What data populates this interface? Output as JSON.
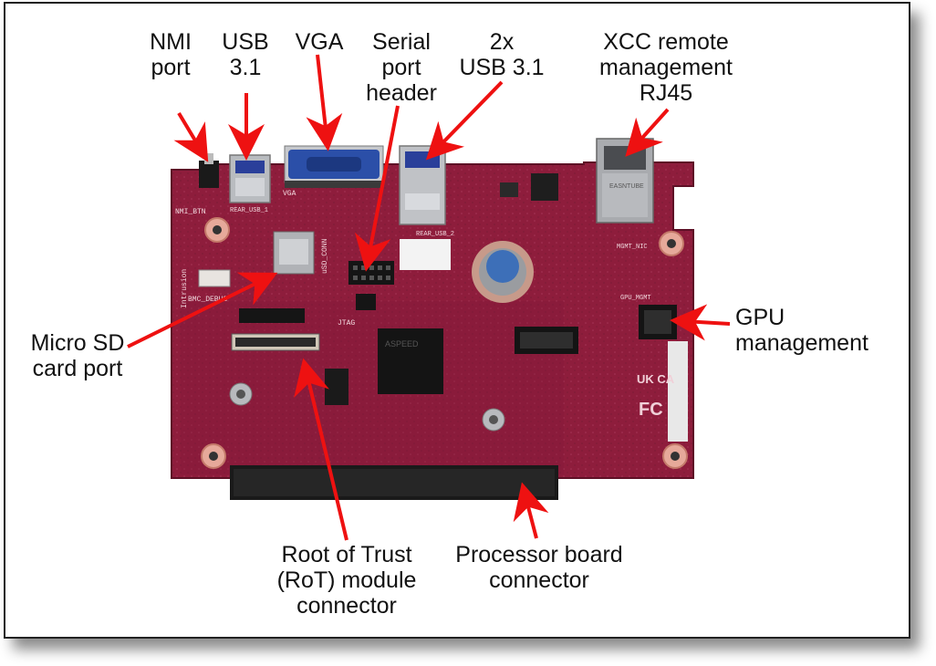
{
  "labels": {
    "nmi": [
      "NMI",
      "port"
    ],
    "usb31": [
      "USB",
      "3.1"
    ],
    "vga": [
      "VGA"
    ],
    "serial": [
      "Serial",
      "port",
      "header"
    ],
    "usb2x": [
      "2x",
      "USB 3.1"
    ],
    "xcc": [
      "XCC remote",
      "management",
      "RJ45"
    ],
    "gpu": [
      "GPU",
      "management"
    ],
    "microsd": [
      "Micro SD",
      "card port"
    ],
    "rot": [
      "Root of Trust",
      "(RoT) module",
      "connector"
    ],
    "proc": [
      "Processor board",
      "connector"
    ]
  },
  "silkscreen": {
    "nmi_btn": "NMI_BTN",
    "rear_usb1": "REAR_USB_1",
    "vga": "VGA",
    "rear_usb2": "REAR_USB_2",
    "mgmt_nic": "MGMT_NIC",
    "gpu_mgmt": "GPU_MGMT",
    "intrusion": "Intrusion",
    "bmc_debug": "BMC_DEBUG",
    "usd_conn": "uSD_CONN",
    "jtag": "JTAG",
    "rj45_brand": "EASNTUBE",
    "uk_ca": "UK CA",
    "fc": "FC",
    "aspeed": "ASPEED"
  },
  "colors": {
    "board": "#8e1d3c",
    "arrow": "#ee1111",
    "vga_blue": "#2b4fa8"
  }
}
